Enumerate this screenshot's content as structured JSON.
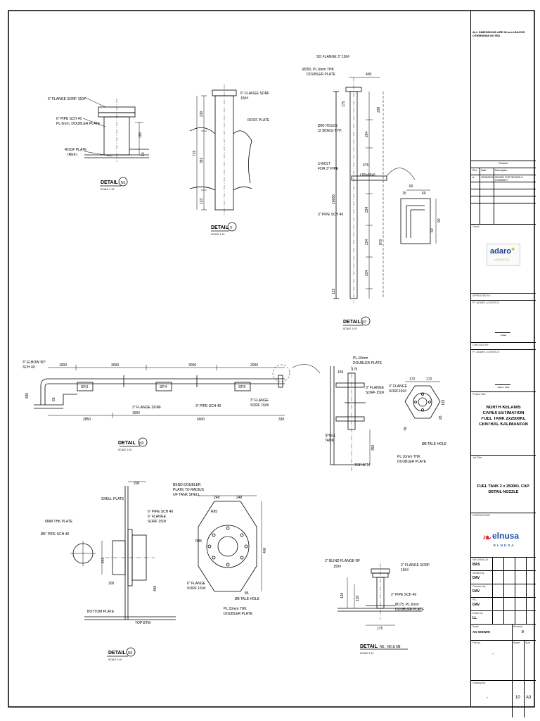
{
  "notes": {
    "general_note": "ALL DIMENSIONS ARE IN mm UNLESS OTHERWISE NOTED"
  },
  "revision_block": {
    "heading": "Revision",
    "columns": [
      "Rev.",
      "Date",
      "Description"
    ],
    "rows": [
      {
        "rev": "A",
        "date": "30/08/2023",
        "description": "ISSUED FOR REVIEW & COMMENT"
      }
    ]
  },
  "client": {
    "label": "Client:",
    "logo_main": "adaro",
    "logo_sub": "LOGISTICS",
    "colors": {
      "logo_blue": "#1b3d8f",
      "logo_green": "#8cc63f"
    }
  },
  "approval": {
    "approved_by_label": "APPROVED BY:",
    "approved_by_sub": "PT. ADARO LOGISTICS",
    "approved_sign_label": "Initials",
    "checked_by_label": "CHECKED BY:",
    "checked_by_sub": "PT. ADARO LOGISTICS",
    "checked_sign_label": "Name / Date"
  },
  "project": {
    "label": "Project Title:",
    "lines": [
      "NORTH KELANIS",
      "CAPEX ESTIMATION",
      "FUEL TANK 2x2500KL",
      "CENTRAL KALIMANTAN"
    ]
  },
  "job_title": {
    "label": "Job Title:",
    "lines": [
      "FUEL TANK 2 x 2500KL CAP.",
      "DETAIL NOZZLE"
    ]
  },
  "contractor": {
    "label": "CONTRACTOR:",
    "logo_main": "elnusa",
    "logo_sub": "ELNUSA",
    "colors": {
      "logo_blue": "#1a4fa0",
      "logo_red": "#d7262b"
    }
  },
  "personnel": [
    {
      "role": "MECHANICAL",
      "name": "BAS"
    },
    {
      "role": "Verified by",
      "name": "DAV"
    },
    {
      "role": "Checked by",
      "name": "DAV"
    },
    {
      "role": "PIC",
      "name": "DAV"
    },
    {
      "role": "Drawn by",
      "name": "LL"
    }
  ],
  "sheet_info": {
    "scale_label": "Scale",
    "scale_value": "AS SHOWN",
    "rev_label": "Revision",
    "rev_value": "0",
    "fileno_label": "File No.",
    "fileno_value": "-",
    "sheet_label": "Sheet",
    "sheet_value": "10",
    "size_label": "Size",
    "size_value": "A3",
    "dwgno_label": "Drawing No.",
    "dwgno_value": "-"
  },
  "details": {
    "N1": {
      "title": "DETAIL",
      "tag": "N1",
      "scale": "SCALE 1:10",
      "labels": [
        "6\" FLANGE SORF 150#",
        "6\" PIPE SCH 40",
        "PL.6mm, DOUBLER PLATE",
        "ROOF PLATE",
        "(REF.)"
      ],
      "dims": [
        "190",
        "10"
      ]
    },
    "V": {
      "title": "DETAIL",
      "tag": "V",
      "scale": "SCALE 1:10",
      "labels": [
        "6\" FLANGE SORF",
        "150#",
        "ROOF PLATE"
      ],
      "dims": [
        "230",
        "382",
        "715",
        "123"
      ]
    },
    "N7": {
      "title": "DETAIL",
      "tag": "N7",
      "scale": "SCALE 1:15",
      "labels": [
        "SO FLANGE 3\" 150#",
        "Ø250, PL.6mm THK",
        "DOUBLER PLATE",
        "Ø30 HOLES",
        "(3 SIDES) TYP.",
        "U-BOLT",
        "FOR 3\" PIPE",
        "L60x60x6",
        "3\" PIPE SCH 40"
      ],
      "dims": [
        "400",
        "175",
        "228",
        "264",
        "475",
        "10666",
        "234",
        "234",
        "870",
        "234",
        "122",
        "60",
        "15",
        "60",
        "90",
        "60"
      ]
    },
    "N3": {
      "title": "DETAIL",
      "tag": "N3",
      "scale": "SCALE 1:15",
      "labels": [
        "3\" ELBOW 90°",
        "SCH 40",
        "3\" FLANGE SORF",
        "150#",
        "3\" PIPE SCH 40",
        "3\" FLANGE",
        "SORF 150#",
        "SP.3",
        "SP.4",
        "SP.5"
      ],
      "dims": [
        "1000",
        "3000",
        "3000",
        "2000",
        "2850",
        "6000",
        "330",
        "680",
        "65"
      ]
    },
    "FLANGE3": {
      "labels": [
        "PL.10mm",
        "DOUBLER PLATE",
        "3\" FLANGE",
        "SORF 150#",
        "SHELL",
        "TANK",
        "TOP BTM",
        "3\" FLANGE",
        "SORF150#",
        "PL.10mm THK",
        "DOUBLER PLATE",
        "Ø8 TALE HOLE"
      ],
      "dims": [
        "150",
        "175",
        "350",
        "172",
        "172",
        "133",
        "26",
        "26"
      ]
    },
    "N2": {
      "title": "DETAIL",
      "tag": "N2",
      "scale": "SCALE 1:10",
      "labels": [
        "SHELL PLATE",
        "6MM THK PLATE",
        "Ø6\" PIPE SCH 40",
        "6\" PIPE SCH 40",
        "6\" FLANGE",
        "SORF 150#",
        "BOTTOM PLATE",
        "TOP BTM",
        "BEND DOUBLER",
        "PLATE TO RADIUS",
        "OF TANK SHELL",
        "6\" FLANGE",
        "SORF 150#",
        "Ø8 TALE HOLE",
        "PL.10mm THK",
        "DOUBLER PLATE"
      ],
      "dims": [
        "200",
        "243",
        "100",
        "450",
        "248",
        "248",
        "R85",
        "R85",
        "400",
        "85"
      ]
    },
    "N5": {
      "title": "DETAIL",
      "tag": "N5 , N6 & N8",
      "scale": "SCALE 1:10",
      "labels": [
        "2\" BLIND FLANGE RF",
        "150#",
        "2\" FLANGE SORF",
        "150#",
        "2\" PIPE SCH 40",
        "Ø175, PL.6mm",
        "DOUBLER PLATE"
      ],
      "dims": [
        "120",
        "130",
        "175"
      ]
    }
  }
}
